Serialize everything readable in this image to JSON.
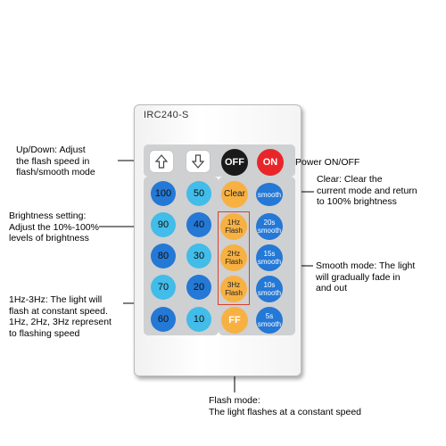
{
  "remote": {
    "model": "IRC240-S",
    "buttons": {
      "up_icon": "arrow-up-icon",
      "down_icon": "arrow-down-icon",
      "off": "OFF",
      "on": "ON",
      "clear": "Clear",
      "smooth": "smooth",
      "brightness": [
        "100",
        "50",
        "90",
        "40",
        "80",
        "30",
        "70",
        "20",
        "60",
        "10"
      ],
      "flash": [
        [
          "1Hz",
          "Flash"
        ],
        [
          "2Hz",
          "Flash"
        ],
        [
          "3Hz",
          "Flash"
        ]
      ],
      "ff": "FF",
      "smooth_speeds": [
        [
          "20s",
          "smooth"
        ],
        [
          "15s",
          "smooth"
        ],
        [
          "10s",
          "smooth"
        ],
        [
          "5s",
          "smooth"
        ]
      ]
    },
    "colors": {
      "blue_dark": "#2478d6",
      "blue_light": "#42bce9",
      "orange": "#f7b143",
      "red": "#e8262a",
      "black": "#1a1a1a",
      "highlight": "#d9402a"
    }
  },
  "annotations": {
    "updown": [
      "Up/Down: Adjust",
      "the flash speed in",
      "flash/smooth mode"
    ],
    "power": "Power ON/OFF",
    "clear": [
      "Clear: Clear the",
      "current mode and return",
      "to 100% brightness"
    ],
    "brightness": [
      "Brightness setting:",
      "Adjust the 10%-100%",
      "levels of brightness"
    ],
    "smooth": [
      "Smooth mode: The light",
      "will gradually fade in",
      "and out"
    ],
    "hz": [
      "1Hz-3Hz: The light will",
      "flash at constant speed.",
      "1Hz, 2Hz, 3Hz represent",
      "to flashing speed"
    ],
    "flash_mode": [
      "Flash mode:",
      "The light flashes at a constant speed"
    ]
  }
}
